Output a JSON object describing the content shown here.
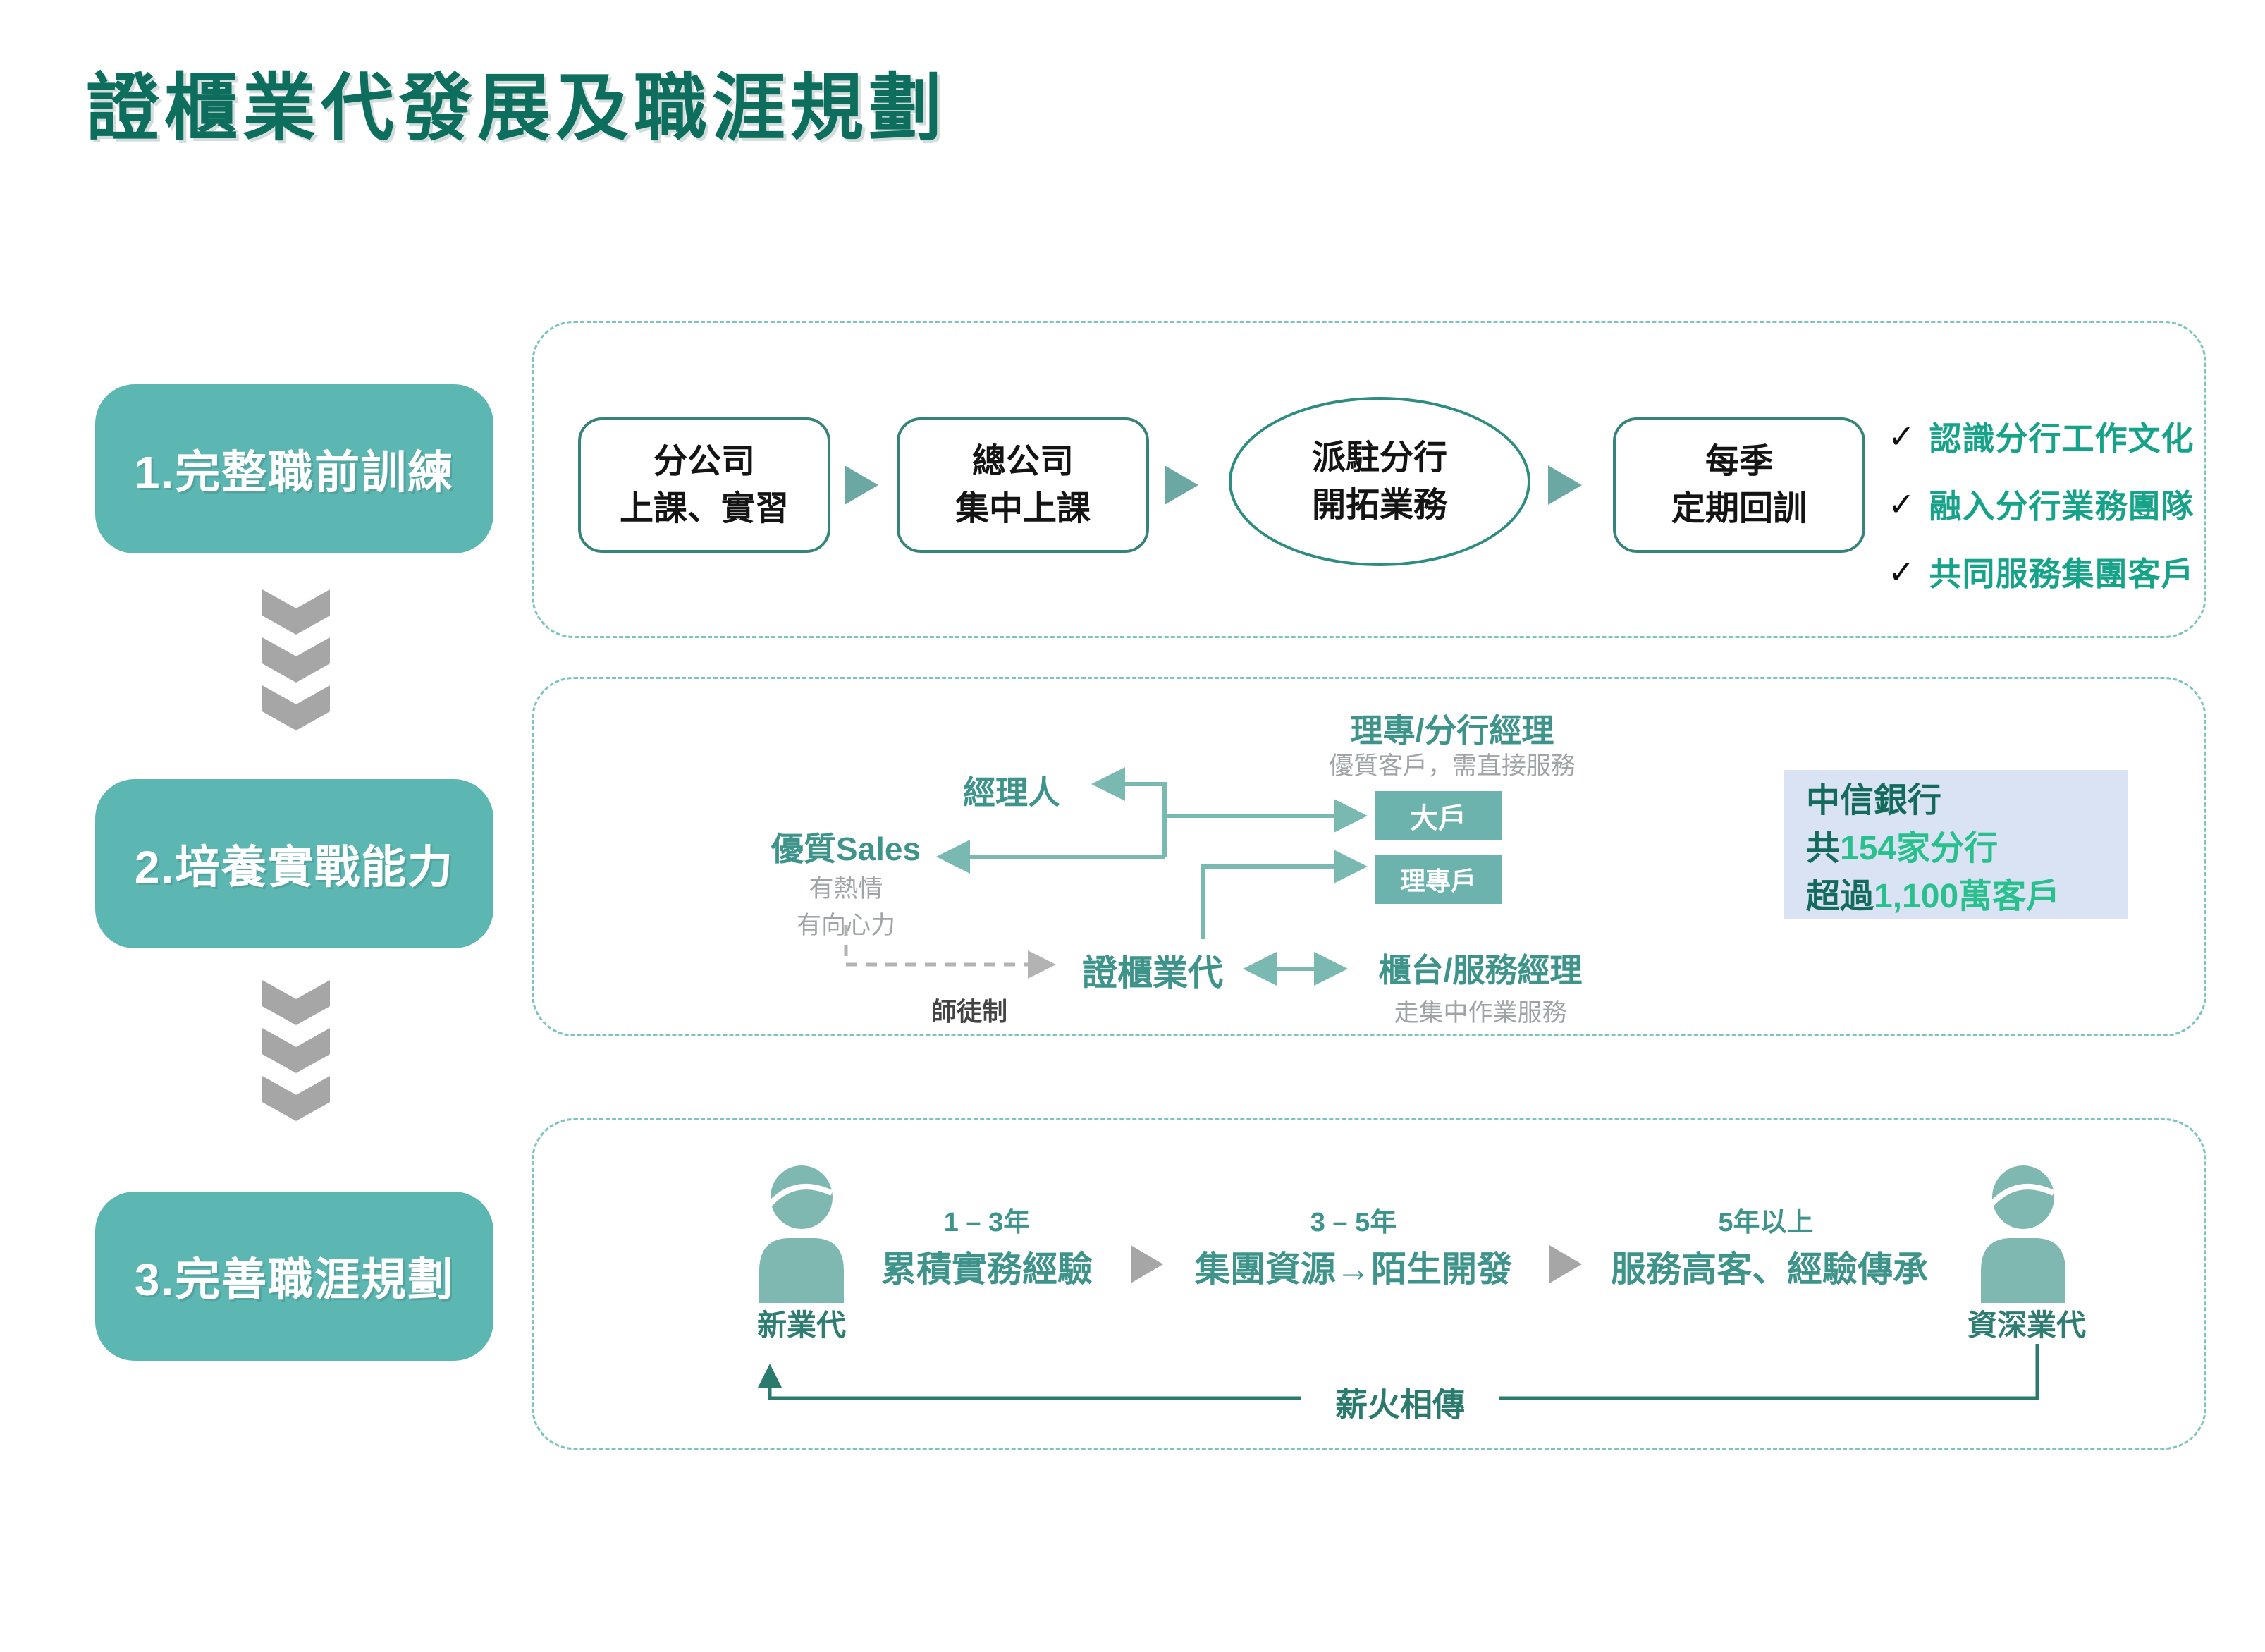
{
  "title": "證櫃業代發展及職涯規劃",
  "colors": {
    "title_teal": "#0e6e5e",
    "stage_fill": "#5cb6b1",
    "flow_border": "#35837a",
    "check_green": "#17a38a",
    "label_teal": "#3e948b",
    "muted_gray": "#9fa4a6",
    "chevron_gray": "#a6a6a6",
    "line_teal": "#7ab8b2",
    "loop_teal": "#2b7a6e",
    "bank_bg": "#dae3f3",
    "bank_dark": "#156a5e",
    "bank_green": "#29c08e",
    "person_fill": "#7fb8b1"
  },
  "stages": [
    {
      "label": "1.完整職前訓練"
    },
    {
      "label": "2.培養實戰能力"
    },
    {
      "label": "3.完善職涯規劃"
    }
  ],
  "section1": {
    "flow": [
      {
        "line1": "分公司",
        "line2": "上課、實習"
      },
      {
        "line1": "總公司",
        "line2": "集中上課"
      },
      {
        "line1": "派駐分行",
        "line2": "開拓業務"
      },
      {
        "line1": "每季",
        "line2": "定期回訓"
      }
    ],
    "check_glyph": "✓",
    "checklist": [
      "認識分行工作文化",
      "融入分行業務團隊",
      "共同服務集團客戶"
    ]
  },
  "section2": {
    "roles": {
      "advisor_title": "理專/分行經理",
      "advisor_sub": "優質客戶，需直接服務",
      "manager": "經理人",
      "sales": "優質Sales",
      "sales_sub1": "有熱情",
      "sales_sub2": "有向心力",
      "vip": "大戶",
      "advisor_client": "理專戶",
      "agent": "證櫃業代",
      "mentor": "師徒制",
      "counter": "櫃台/服務經理",
      "counter_sub": "走集中作業服務"
    },
    "bank": {
      "name": "中信銀行",
      "line2_prefix": "共",
      "line2_highlight": "154家分行",
      "line3_prefix": "超過",
      "line3_highlight": "1,100萬客戶"
    }
  },
  "section3": {
    "junior_label": "新業代",
    "senior_label": "資深業代",
    "milestones": [
      {
        "period": "1 – 3年",
        "text": "累積實務經驗"
      },
      {
        "period": "3 – 5年",
        "text": "集團資源→陌生開發"
      },
      {
        "period": "5年以上",
        "text": "服務高客、經驗傳承"
      }
    ],
    "legacy": "薪火相傳"
  }
}
